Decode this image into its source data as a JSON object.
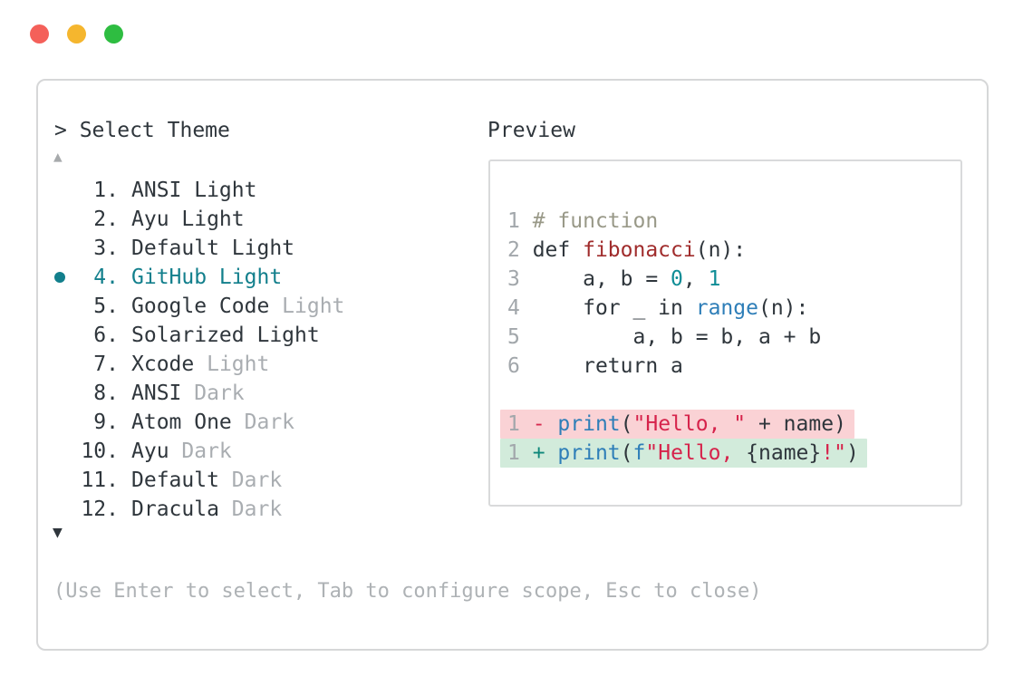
{
  "colors": {
    "text": "#2f363c",
    "dim": "#a9adb1",
    "accent": "#127f8c",
    "comment": "#999988",
    "func": "#a02c2c",
    "builtin": "#2e7eb8",
    "number": "#0f8d96",
    "string": "#d6234b",
    "minus": "#d62b50",
    "plus": "#0e877a",
    "linenum": "#a2a7ab",
    "removed_bg": "#fad2d5",
    "added_bg": "#d2ebdb",
    "traffic_close": "#f4605a",
    "traffic_minimize": "#f5b62e",
    "traffic_zoom": "#2ebd41"
  },
  "prompt": {
    "text": "> Select Theme"
  },
  "list": {
    "scroll_up_icon": "▲",
    "scroll_down_icon": "▼",
    "items": [
      {
        "number": "1.",
        "selected": false,
        "parts": [
          {
            "t": "ANSI Light",
            "c": "text"
          }
        ]
      },
      {
        "number": "2.",
        "selected": false,
        "parts": [
          {
            "t": "Ayu Light",
            "c": "text"
          }
        ]
      },
      {
        "number": "3.",
        "selected": false,
        "parts": [
          {
            "t": "Default Light",
            "c": "text"
          }
        ]
      },
      {
        "number": "4.",
        "selected": true,
        "parts": [
          {
            "t": "GitHub Light",
            "c": "accent"
          }
        ]
      },
      {
        "number": "5.",
        "selected": false,
        "parts": [
          {
            "t": "Google Code ",
            "c": "text"
          },
          {
            "t": "Light",
            "c": "dim"
          }
        ]
      },
      {
        "number": "6.",
        "selected": false,
        "parts": [
          {
            "t": "Solarized Light",
            "c": "text"
          }
        ]
      },
      {
        "number": "7.",
        "selected": false,
        "parts": [
          {
            "t": "Xcode ",
            "c": "text"
          },
          {
            "t": "Light",
            "c": "dim"
          }
        ]
      },
      {
        "number": "8.",
        "selected": false,
        "parts": [
          {
            "t": "ANSI ",
            "c": "text"
          },
          {
            "t": "Dark",
            "c": "dim"
          }
        ]
      },
      {
        "number": "9.",
        "selected": false,
        "parts": [
          {
            "t": "Atom One ",
            "c": "text"
          },
          {
            "t": "Dark",
            "c": "dim"
          }
        ]
      },
      {
        "number": "10.",
        "selected": false,
        "parts": [
          {
            "t": "Ayu ",
            "c": "text"
          },
          {
            "t": "Dark",
            "c": "dim"
          }
        ]
      },
      {
        "number": "11.",
        "selected": false,
        "parts": [
          {
            "t": "Default ",
            "c": "text"
          },
          {
            "t": "Dark",
            "c": "dim"
          }
        ]
      },
      {
        "number": "12.",
        "selected": false,
        "parts": [
          {
            "t": "Dracula ",
            "c": "text"
          },
          {
            "t": "Dark",
            "c": "dim"
          }
        ]
      }
    ]
  },
  "preview": {
    "label": "Preview",
    "code_lines": [
      {
        "num": "1",
        "bg": null,
        "tokens": [
          {
            "t": "# function",
            "c": "comment"
          }
        ]
      },
      {
        "num": "2",
        "bg": null,
        "tokens": [
          {
            "t": "def ",
            "c": "text"
          },
          {
            "t": "fibonacci",
            "c": "func"
          },
          {
            "t": "(n):",
            "c": "text"
          }
        ]
      },
      {
        "num": "3",
        "bg": null,
        "tokens": [
          {
            "t": "    a, b = ",
            "c": "text"
          },
          {
            "t": "0",
            "c": "number"
          },
          {
            "t": ", ",
            "c": "text"
          },
          {
            "t": "1",
            "c": "number"
          }
        ]
      },
      {
        "num": "4",
        "bg": null,
        "tokens": [
          {
            "t": "    for _ in ",
            "c": "text"
          },
          {
            "t": "range",
            "c": "builtin"
          },
          {
            "t": "(n):",
            "c": "text"
          }
        ]
      },
      {
        "num": "5",
        "bg": null,
        "tokens": [
          {
            "t": "        a, b = b, a + b",
            "c": "text"
          }
        ]
      },
      {
        "num": "6",
        "bg": null,
        "tokens": [
          {
            "t": "    return a",
            "c": "text"
          }
        ]
      },
      {
        "num": "",
        "bg": null,
        "tokens": []
      },
      {
        "num": "1",
        "bg": "removed_bg",
        "tokens": [
          {
            "t": "- ",
            "c": "minus"
          },
          {
            "t": "print",
            "c": "builtin"
          },
          {
            "t": "(",
            "c": "text"
          },
          {
            "t": "\"Hello, \"",
            "c": "string"
          },
          {
            "t": " + name)",
            "c": "text"
          }
        ]
      },
      {
        "num": "1",
        "bg": "added_bg",
        "tokens": [
          {
            "t": "+ ",
            "c": "plus"
          },
          {
            "t": "print",
            "c": "builtin"
          },
          {
            "t": "(",
            "c": "text"
          },
          {
            "t": "f",
            "c": "builtin"
          },
          {
            "t": "\"Hello, ",
            "c": "string"
          },
          {
            "t": "{name}",
            "c": "text"
          },
          {
            "t": "!\"",
            "c": "string"
          },
          {
            "t": ")",
            "c": "text"
          }
        ]
      }
    ]
  },
  "footer": {
    "hint": "(Use Enter to select, Tab to configure scope, Esc to close)"
  }
}
